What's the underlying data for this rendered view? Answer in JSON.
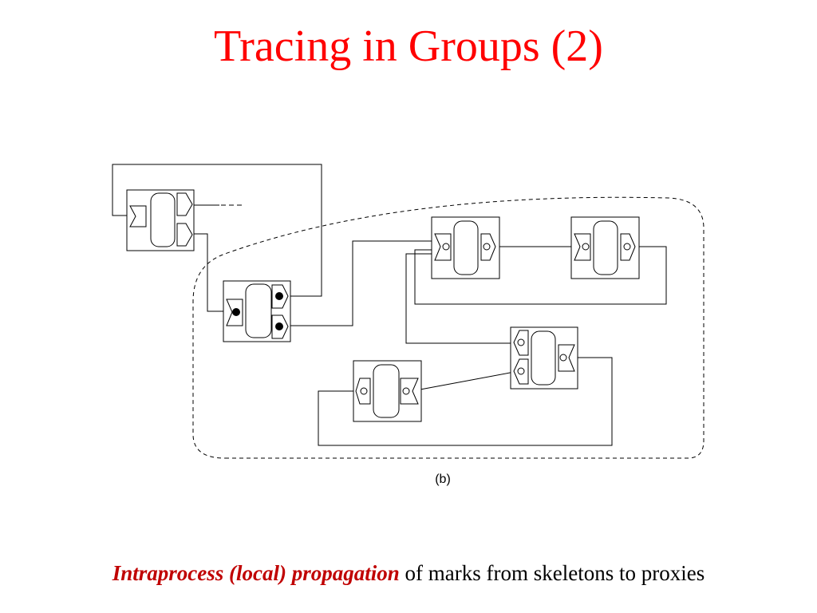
{
  "slide": {
    "title": "Tracing in Groups (2)",
    "caption": "(b)",
    "footer_emphasis": "Intraprocess (local) propagation",
    "footer_rest": " of marks from skeletons to proxies"
  },
  "colors": {
    "title": "#ff0000",
    "emphasis": "#c00000",
    "lines": "#000000",
    "background": "#ffffff"
  }
}
